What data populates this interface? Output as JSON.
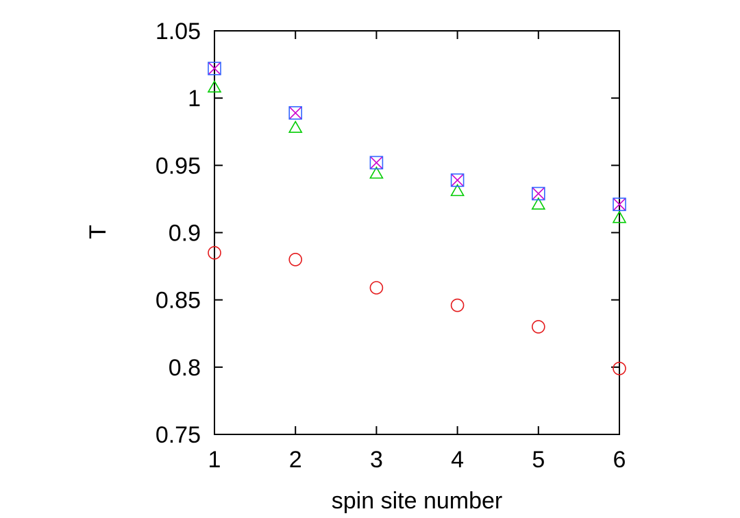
{
  "chart_data": {
    "type": "scatter",
    "title": "",
    "xlabel": "spin site number",
    "ylabel": "T",
    "xlim": [
      1,
      6
    ],
    "ylim": [
      0.75,
      1.05
    ],
    "xticks": [
      "1",
      "2",
      "3",
      "4",
      "5",
      "6"
    ],
    "yticks": [
      "0.75",
      "0.8",
      "0.85",
      "0.9",
      "0.95",
      "1",
      "1.05"
    ],
    "grid": false,
    "legend": "none",
    "x": [
      1,
      2,
      3,
      4,
      5,
      6
    ],
    "series": [
      {
        "marker": "circle",
        "color": "#e41a1c",
        "values": [
          0.885,
          0.88,
          0.859,
          0.846,
          0.83,
          0.799
        ]
      },
      {
        "marker": "triangle",
        "color": "#00cc00",
        "values": [
          1.008,
          0.978,
          0.944,
          0.931,
          0.921,
          0.911
        ]
      },
      {
        "marker": "cross",
        "color": "#cc00cc",
        "values": [
          1.022,
          0.989,
          0.952,
          0.939,
          0.929,
          0.921
        ]
      },
      {
        "marker": "square",
        "color": "#3366ff",
        "values": [
          1.022,
          0.989,
          0.952,
          0.939,
          0.929,
          0.921
        ]
      }
    ]
  }
}
